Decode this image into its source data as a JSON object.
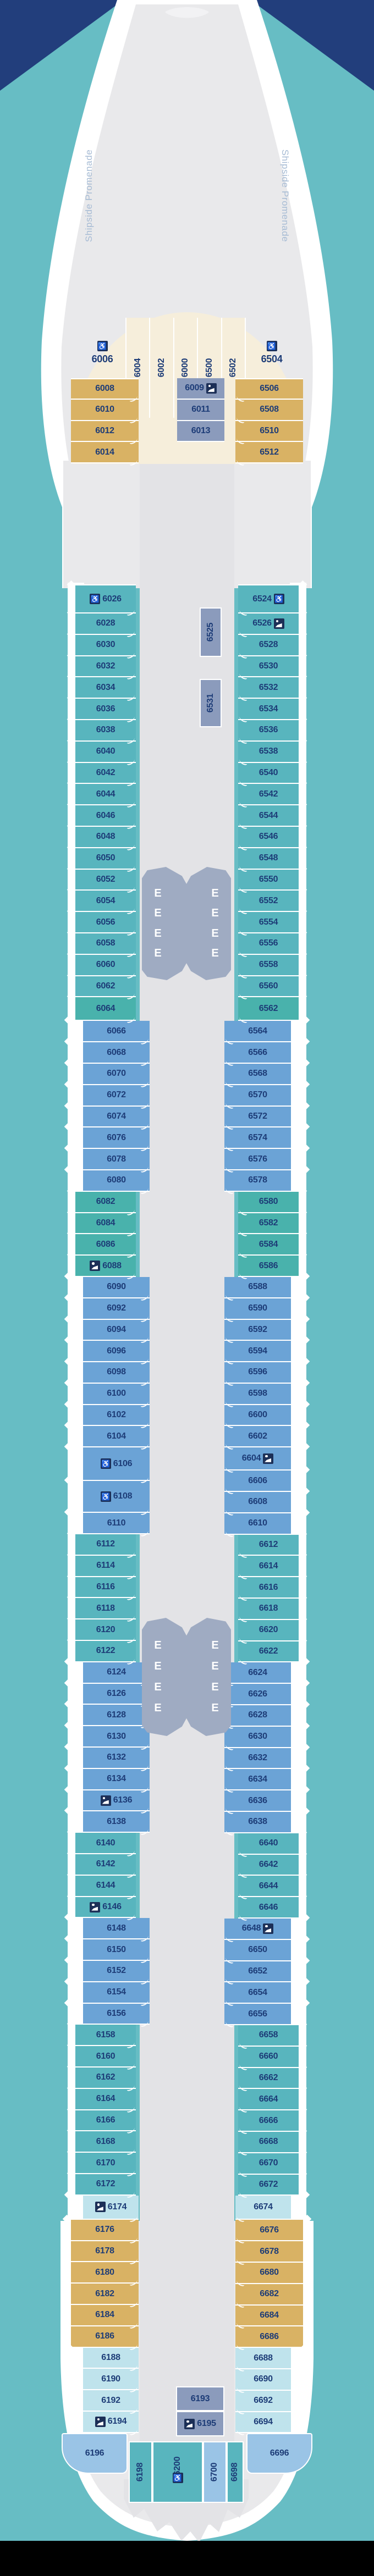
{
  "page": {
    "background": "#67bdc4",
    "header_navy": "#223e7c",
    "bottom_bar": "#000000"
  },
  "colors": {
    "cabin_teal": "#58b5be",
    "cabin_green": "#49b2ac",
    "cabin_blue": "#6ba3d6",
    "cabin_pale": "#bfe3ec",
    "cabin_gold": "#d9b264",
    "cabin_cream": "#f6eedb",
    "cabin_inside": "#8b9bbc",
    "cabin_corner": "#9ac4e6",
    "deck": "#e9e9eb",
    "corridor": "#e3e3e6",
    "elevator_lobby": "#9fabc2",
    "number_text": "#1d3c77",
    "icon_tile": "#1c2f57"
  },
  "promenade": {
    "left": "Shipside Promenade",
    "right": "Shipside Promenade"
  },
  "elevators": {
    "letter": "E",
    "banks": [
      {
        "rows": 4,
        "columns": 2
      },
      {
        "rows": 4,
        "columns": 2
      }
    ]
  },
  "icon_glyphs": {
    "wheelchair": "♿",
    "sofa": ""
  },
  "bow": {
    "corner_left": {
      "n": "6006",
      "c": "cream",
      "i": [
        "wheelchair"
      ]
    },
    "verticals": [
      {
        "n": "6004",
        "c": "cream"
      },
      {
        "n": "6002",
        "c": "cream"
      },
      {
        "n": "6000",
        "c": "cream"
      },
      {
        "n": "6500",
        "c": "cream"
      },
      {
        "n": "6502",
        "c": "cream"
      }
    ],
    "corner_right": {
      "n": "6504",
      "c": "cream",
      "i": [
        "wheelchair"
      ]
    }
  },
  "forward": {
    "left": [
      {
        "n": "6008",
        "c": "gold"
      },
      {
        "n": "6010",
        "c": "gold"
      },
      {
        "n": "6012",
        "c": "gold"
      },
      {
        "n": "6014",
        "c": "gold"
      }
    ],
    "inside": [
      {
        "n": "6009",
        "c": "inside",
        "i": [
          "sofa"
        ]
      },
      {
        "n": "6011",
        "c": "inside"
      },
      {
        "n": "6013",
        "c": "inside"
      }
    ],
    "right": [
      {
        "n": "6506",
        "c": "gold"
      },
      {
        "n": "6508",
        "c": "gold"
      },
      {
        "n": "6510",
        "c": "gold"
      },
      {
        "n": "6512",
        "c": "gold"
      }
    ]
  },
  "mid_singles": [
    {
      "n": "6525",
      "c": "inside"
    },
    {
      "n": "6531",
      "c": "inside"
    }
  ],
  "left_column": [
    {
      "n": "6026",
      "c": "teal",
      "i": [
        "wheelchair"
      ],
      "h": 53
    },
    {
      "n": "6028",
      "c": "teal"
    },
    {
      "n": "6030",
      "c": "teal"
    },
    {
      "n": "6032",
      "c": "teal"
    },
    {
      "n": "6034",
      "c": "teal"
    },
    {
      "n": "6036",
      "c": "teal"
    },
    {
      "n": "6038",
      "c": "teal"
    },
    {
      "n": "6040",
      "c": "teal"
    },
    {
      "n": "6042",
      "c": "teal"
    },
    {
      "n": "6044",
      "c": "teal"
    },
    {
      "n": "6046",
      "c": "teal"
    },
    {
      "n": "6048",
      "c": "teal"
    },
    {
      "n": "6050",
      "c": "teal"
    },
    {
      "n": "6052",
      "c": "teal"
    },
    {
      "n": "6054",
      "c": "teal"
    },
    {
      "n": "6056",
      "c": "teal"
    },
    {
      "n": "6058",
      "c": "teal"
    },
    {
      "n": "6060",
      "c": "teal"
    },
    {
      "n": "6062",
      "c": "teal"
    },
    {
      "n": "6064",
      "c": "green",
      "h": 43
    },
    {
      "n": "6066",
      "c": "blue"
    },
    {
      "n": "6068",
      "c": "blue"
    },
    {
      "n": "6070",
      "c": "blue"
    },
    {
      "n": "6072",
      "c": "blue"
    },
    {
      "n": "6074",
      "c": "blue"
    },
    {
      "n": "6076",
      "c": "blue"
    },
    {
      "n": "6078",
      "c": "blue"
    },
    {
      "n": "6080",
      "c": "blue"
    },
    {
      "n": "6082",
      "c": "green"
    },
    {
      "n": "6084",
      "c": "green"
    },
    {
      "n": "6086",
      "c": "green"
    },
    {
      "n": "6088",
      "c": "green",
      "i": [
        "sofa"
      ]
    },
    {
      "n": "6090",
      "c": "blue"
    },
    {
      "n": "6092",
      "c": "blue"
    },
    {
      "n": "6094",
      "c": "blue"
    },
    {
      "n": "6096",
      "c": "blue"
    },
    {
      "n": "6098",
      "c": "blue"
    },
    {
      "n": "6100",
      "c": "blue"
    },
    {
      "n": "6102",
      "c": "blue"
    },
    {
      "n": "6104",
      "c": "blue"
    },
    {
      "n": "6106",
      "c": "blue",
      "i": [
        "wheelchair"
      ],
      "h": 61
    },
    {
      "n": "6108",
      "c": "blue",
      "i": [
        "wheelchair"
      ],
      "h": 58
    },
    {
      "n": "6110",
      "c": "blue"
    },
    {
      "n": "6112",
      "c": "teal"
    },
    {
      "n": "6114",
      "c": "teal"
    },
    {
      "n": "6116",
      "c": "teal"
    },
    {
      "n": "6118",
      "c": "teal"
    },
    {
      "n": "6120",
      "c": "teal"
    },
    {
      "n": "6122",
      "c": "teal"
    },
    {
      "n": "6124",
      "c": "blue"
    },
    {
      "n": "6126",
      "c": "blue"
    },
    {
      "n": "6128",
      "c": "blue"
    },
    {
      "n": "6130",
      "c": "blue"
    },
    {
      "n": "6132",
      "c": "blue"
    },
    {
      "n": "6134",
      "c": "blue"
    },
    {
      "n": "6136",
      "c": "blue",
      "i": [
        "sofa"
      ]
    },
    {
      "n": "6138",
      "c": "blue"
    },
    {
      "n": "6140",
      "c": "teal"
    },
    {
      "n": "6142",
      "c": "teal"
    },
    {
      "n": "6144",
      "c": "teal"
    },
    {
      "n": "6146",
      "c": "teal",
      "i": [
        "sofa"
      ]
    },
    {
      "n": "6148",
      "c": "blue"
    },
    {
      "n": "6150",
      "c": "blue"
    },
    {
      "n": "6152",
      "c": "blue"
    },
    {
      "n": "6154",
      "c": "blue"
    },
    {
      "n": "6156",
      "c": "blue"
    },
    {
      "n": "6158",
      "c": "teal"
    },
    {
      "n": "6160",
      "c": "teal"
    },
    {
      "n": "6162",
      "c": "teal"
    },
    {
      "n": "6164",
      "c": "teal"
    },
    {
      "n": "6166",
      "c": "teal"
    },
    {
      "n": "6168",
      "c": "teal"
    },
    {
      "n": "6170",
      "c": "teal"
    },
    {
      "n": "6172",
      "c": "teal"
    },
    {
      "n": "6174",
      "c": "pale",
      "i": [
        "sofa"
      ],
      "h": 44
    },
    {
      "n": "6176",
      "c": "gold"
    },
    {
      "n": "6178",
      "c": "gold"
    },
    {
      "n": "6180",
      "c": "gold"
    },
    {
      "n": "6182",
      "c": "gold"
    },
    {
      "n": "6184",
      "c": "gold"
    },
    {
      "n": "6186",
      "c": "gold"
    },
    {
      "n": "6188",
      "c": "pale"
    },
    {
      "n": "6190",
      "c": "pale"
    },
    {
      "n": "6192",
      "c": "pale"
    },
    {
      "n": "6194",
      "c": "pale",
      "i": [
        "sofa"
      ]
    }
  ],
  "right_column": [
    {
      "n": "6524",
      "c": "teal",
      "i": [
        "wheelchair"
      ],
      "h": 53
    },
    {
      "n": "6526",
      "c": "teal",
      "i": [
        "sofa"
      ]
    },
    {
      "n": "6528",
      "c": "teal"
    },
    {
      "n": "6530",
      "c": "teal"
    },
    {
      "n": "6532",
      "c": "teal"
    },
    {
      "n": "6534",
      "c": "teal"
    },
    {
      "n": "6536",
      "c": "teal"
    },
    {
      "n": "6538",
      "c": "teal"
    },
    {
      "n": "6540",
      "c": "teal"
    },
    {
      "n": "6542",
      "c": "teal"
    },
    {
      "n": "6544",
      "c": "teal"
    },
    {
      "n": "6546",
      "c": "teal"
    },
    {
      "n": "6548",
      "c": "teal"
    },
    {
      "n": "6550",
      "c": "teal"
    },
    {
      "n": "6552",
      "c": "teal"
    },
    {
      "n": "6554",
      "c": "teal"
    },
    {
      "n": "6556",
      "c": "teal"
    },
    {
      "n": "6558",
      "c": "teal"
    },
    {
      "n": "6560",
      "c": "teal"
    },
    {
      "n": "6562",
      "c": "green",
      "h": 43
    },
    {
      "n": "6564",
      "c": "blue"
    },
    {
      "n": "6566",
      "c": "blue"
    },
    {
      "n": "6568",
      "c": "blue"
    },
    {
      "n": "6570",
      "c": "blue"
    },
    {
      "n": "6572",
      "c": "blue"
    },
    {
      "n": "6574",
      "c": "blue"
    },
    {
      "n": "6576",
      "c": "blue"
    },
    {
      "n": "6578",
      "c": "blue"
    },
    {
      "n": "6580",
      "c": "green"
    },
    {
      "n": "6582",
      "c": "green"
    },
    {
      "n": "6584",
      "c": "green"
    },
    {
      "n": "6586",
      "c": "green"
    },
    {
      "n": "6588",
      "c": "blue"
    },
    {
      "n": "6590",
      "c": "blue"
    },
    {
      "n": "6592",
      "c": "blue"
    },
    {
      "n": "6594",
      "c": "blue"
    },
    {
      "n": "6596",
      "c": "blue"
    },
    {
      "n": "6598",
      "c": "blue"
    },
    {
      "n": "6600",
      "c": "blue"
    },
    {
      "n": "6602",
      "c": "blue"
    },
    {
      "n": "6604",
      "c": "blue",
      "i": [
        "sofa"
      ],
      "h": 42
    },
    {
      "n": "6606",
      "c": "blue"
    },
    {
      "n": "6608",
      "c": "blue"
    },
    {
      "n": "6610",
      "c": "blue"
    },
    {
      "n": "6612",
      "c": "teal"
    },
    {
      "n": "6614",
      "c": "teal"
    },
    {
      "n": "6616",
      "c": "teal"
    },
    {
      "n": "6618",
      "c": "teal"
    },
    {
      "n": "6620",
      "c": "teal"
    },
    {
      "n": "6622",
      "c": "teal"
    },
    {
      "n": "6624",
      "c": "blue"
    },
    {
      "n": "6626",
      "c": "blue"
    },
    {
      "n": "6628",
      "c": "blue"
    },
    {
      "n": "6630",
      "c": "blue"
    },
    {
      "n": "6632",
      "c": "blue"
    },
    {
      "n": "6634",
      "c": "blue"
    },
    {
      "n": "6636",
      "c": "blue"
    },
    {
      "n": "6638",
      "c": "blue"
    },
    {
      "n": "6640",
      "c": "teal"
    },
    {
      "n": "6642",
      "c": "teal"
    },
    {
      "n": "6644",
      "c": "teal"
    },
    {
      "n": "6646",
      "c": "teal"
    },
    {
      "n": "6648",
      "c": "blue",
      "i": [
        "sofa"
      ]
    },
    {
      "n": "6650",
      "c": "blue"
    },
    {
      "n": "6652",
      "c": "blue"
    },
    {
      "n": "6654",
      "c": "blue"
    },
    {
      "n": "6656",
      "c": "blue"
    },
    {
      "n": "6658",
      "c": "teal"
    },
    {
      "n": "6660",
      "c": "teal"
    },
    {
      "n": "6662",
      "c": "teal"
    },
    {
      "n": "6664",
      "c": "teal"
    },
    {
      "n": "6666",
      "c": "teal"
    },
    {
      "n": "6668",
      "c": "teal"
    },
    {
      "n": "6670",
      "c": "teal"
    },
    {
      "n": "6672",
      "c": "teal"
    },
    {
      "n": "6674",
      "c": "pale",
      "h": 44
    },
    {
      "n": "6676",
      "c": "gold"
    },
    {
      "n": "6678",
      "c": "gold"
    },
    {
      "n": "6680",
      "c": "gold"
    },
    {
      "n": "6682",
      "c": "gold"
    },
    {
      "n": "6684",
      "c": "gold"
    },
    {
      "n": "6686",
      "c": "gold"
    },
    {
      "n": "6688",
      "c": "pale"
    },
    {
      "n": "6690",
      "c": "pale"
    },
    {
      "n": "6692",
      "c": "pale"
    },
    {
      "n": "6694",
      "c": "pale"
    }
  ],
  "stern_inside": [
    {
      "n": "6193",
      "c": "inside"
    },
    {
      "n": "6195",
      "c": "inside",
      "i": [
        "sofa"
      ]
    }
  ],
  "stern": {
    "corner_left": {
      "n": "6196",
      "c": "corner"
    },
    "verticals": [
      {
        "n": "6198",
        "c": "teal"
      },
      {
        "n": "6200",
        "c": "teal",
        "i": [
          "wheelchair"
        ]
      },
      {
        "n": "6700",
        "c": "corner"
      },
      {
        "n": "6698",
        "c": "teal"
      }
    ],
    "corner_right": {
      "n": "6696",
      "c": "corner"
    }
  }
}
